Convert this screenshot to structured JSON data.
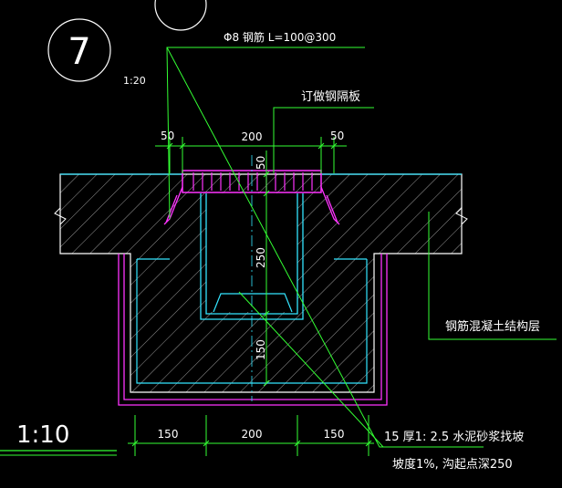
{
  "detail": {
    "number": "7",
    "scale_small": "1:20",
    "scale_large": "1:10"
  },
  "labels": {
    "rebar_note": "Φ8 钢筋 L=100@300",
    "steel_plate": "订做钢隔板",
    "structure_layer": "钢筋混凝土结构层",
    "mortar_note": "15 厚1: 2.5 水泥砂浆找坡",
    "slope_note": "坡度1%, 沟起点深250"
  },
  "dimensions": {
    "top_left": "50",
    "top_mid": "200",
    "top_right": "50",
    "plate_thk": "50",
    "channel_depth": "250",
    "base_thk": "150",
    "bottom_left": "150",
    "bottom_mid": "200",
    "bottom_right": "150"
  },
  "colors": {
    "background": "#000000",
    "concrete_outline": "#ffffff",
    "hatch": "#bfbfbf",
    "mortar_layer": "#33e5ff",
    "plate": "#ff33ff",
    "leader": "#33ff33",
    "dimension": "#33ff33",
    "text": "#ffffff"
  }
}
